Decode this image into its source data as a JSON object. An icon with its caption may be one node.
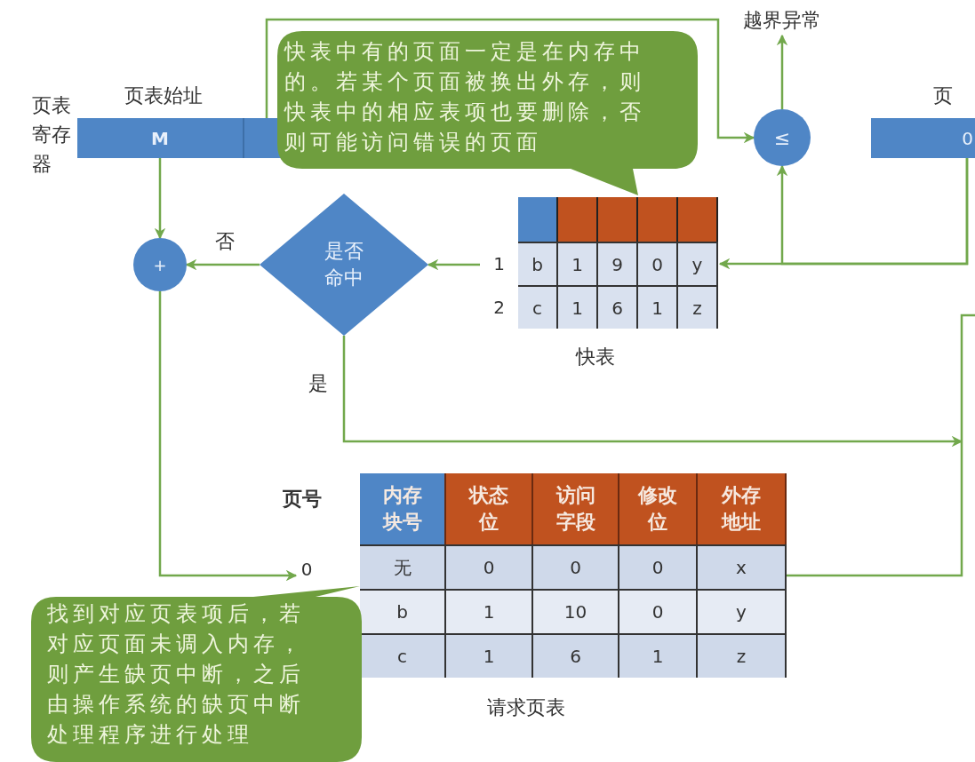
{
  "diagram": {
    "nodes": [
      {
        "text": [
          "页表始址",
          "M"
        ],
        "beside": [
          "页表寄存器"
        ]
      },
      {
        "text": [
          "快表中有的页面一定是在内存中的。若某个页面被换出外存，则快表中的相应表项也要删除，否则可能访问错误的页面"
        ]
      },
      {
        "text": [
          "≤"
        ]
      },
      {
        "text": [
          "越界异常"
        ]
      },
      {
        "text": [
          "页",
          "0"
        ]
      },
      {
        "text": [
          "+"
        ]
      },
      {
        "text": [
          "是否命中"
        ]
      },
      {
        "text": [],
        "shape": "table",
        "beside": [
          "快表"
        ]
      },
      {
        "text": [],
        "shape": "table",
        "beside": [
          "请求页表"
        ]
      },
      {
        "text": [
          "0"
        ]
      },
      {
        "text": [
          "找到对应页表项后，若对应页面未调入内存，则产生缺页中断，之后由操作系统的缺页中断处理程序进行处理"
        ]
      }
    ],
    "edges": [
      {
        "from": 0,
        "to": 2,
        "arrow": "to"
      },
      {
        "from": 2,
        "to": 3,
        "arrow": "to"
      },
      {
        "from": 4,
        "to": 7,
        "arrow": "to"
      },
      {
        "from": 4,
        "to": 2,
        "arrow": "to"
      },
      {
        "from": 0,
        "to": 5,
        "arrow": "to"
      },
      {
        "from": 7,
        "to": 6,
        "arrow": "to"
      },
      {
        "from": 6,
        "to": 5,
        "arrow": "to",
        "label": "否"
      },
      {
        "from": 6,
        "to": null,
        "arrow": "to",
        "label": "是"
      },
      {
        "from": 5,
        "to": 9,
        "arrow": "to"
      },
      {
        "from": 8,
        "to": null,
        "arrow": "none"
      }
    ],
    "labels": [
      "1",
      "b",
      "1",
      "9",
      "0",
      "y",
      "2",
      "c",
      "1",
      "6",
      "1",
      "z",
      "页号",
      "内存块号",
      "状态位",
      "访问字段",
      "修改位",
      "外存地址",
      "无",
      "0",
      "0",
      "0",
      "x",
      "b",
      "1",
      "10",
      "0",
      "y",
      "c",
      "1",
      "6",
      "1",
      "z"
    ]
  }
}
